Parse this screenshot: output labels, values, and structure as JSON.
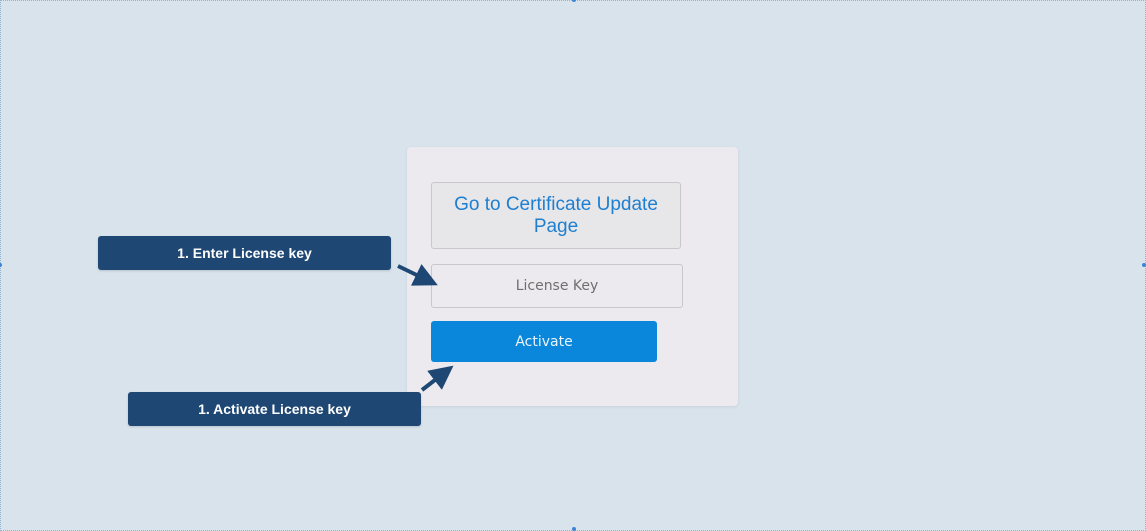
{
  "card": {
    "cert_button_label": "Go to Certificate Update Page",
    "license_input": {
      "value": "",
      "placeholder": "License Key"
    },
    "activate_label": "Activate"
  },
  "annotations": {
    "enter_key": "1. Enter License key",
    "activate_key": "1. Activate License key"
  },
  "colors": {
    "background": "#d9e3ec",
    "card": "#eceaee",
    "accent": "#0a87da",
    "link_text": "#1e7fd0",
    "callout": "#1e4774"
  }
}
